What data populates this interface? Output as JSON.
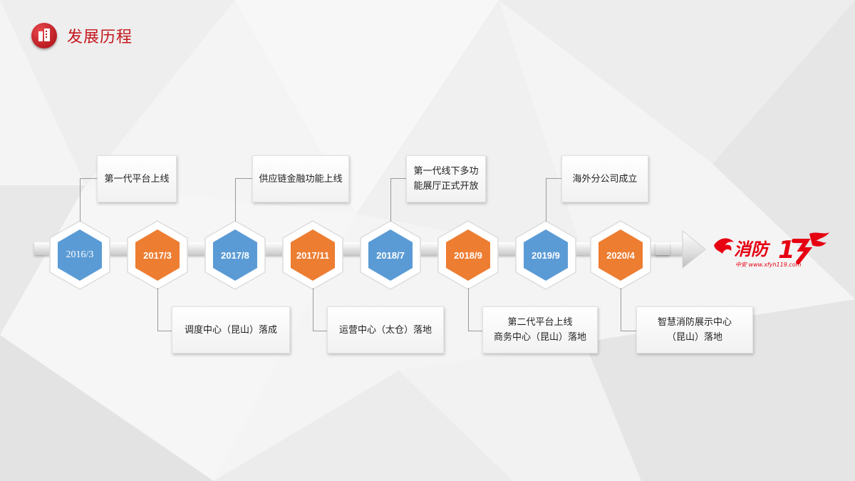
{
  "header": {
    "title": "发展历程"
  },
  "timeline": {
    "nodes": [
      {
        "date": "2016/3",
        "color": "#5b9bd5"
      },
      {
        "date": "2017/3",
        "color": "#ed7d31"
      },
      {
        "date": "2017/8",
        "color": "#5b9bd5"
      },
      {
        "date": "2017/11",
        "color": "#ed7d31"
      },
      {
        "date": "2018/7",
        "color": "#5b9bd5"
      },
      {
        "date": "2018/9",
        "color": "#ed7d31"
      },
      {
        "date": "2019/9",
        "color": "#5b9bd5"
      },
      {
        "date": "2020/4",
        "color": "#ed7d31"
      }
    ],
    "events": [
      {
        "lines": [
          "第一代平台上线"
        ]
      },
      {
        "lines": [
          "调度中心（昆山）落成"
        ]
      },
      {
        "lines": [
          "供应链金融功能上线"
        ]
      },
      {
        "lines": [
          "运营中心（太仓）落地"
        ]
      },
      {
        "lines": [
          "第一代线下多功",
          "能展厅正式开放"
        ]
      },
      {
        "lines": [
          "第二代平台上线",
          "商务中心（昆山）落地"
        ]
      },
      {
        "lines": [
          "海外分公司成立"
        ]
      },
      {
        "lines": [
          "智慧消防展示中心",
          "（昆山）落地"
        ]
      }
    ]
  },
  "brand": {
    "logo_text": "消防119",
    "logo_sub": "中安 www.xfyh119.com",
    "color": "#e60012"
  }
}
